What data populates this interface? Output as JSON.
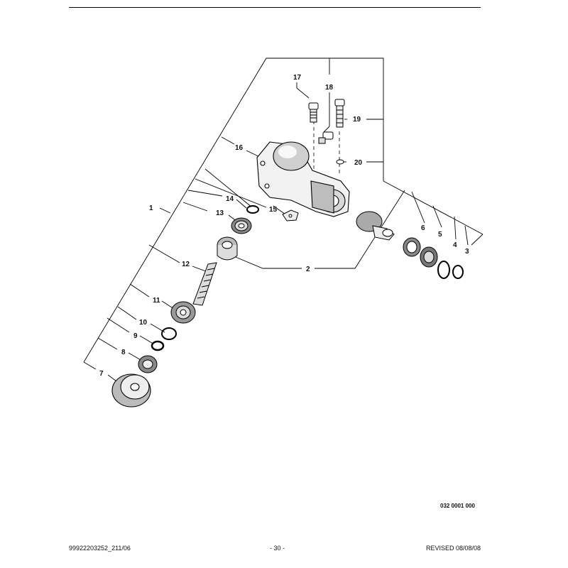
{
  "diagram": {
    "callouts": [
      "17",
      "18",
      "19",
      "16",
      "20",
      "1",
      "14",
      "13",
      "15",
      "6",
      "5",
      "4",
      "3",
      "12",
      "2",
      "11",
      "10",
      "9",
      "8",
      "7"
    ]
  },
  "drawing_number": "032 0001 000",
  "footer": {
    "left": "99922203252_211/06",
    "center": "- 30 -",
    "right": "REVISED 08/08/08"
  }
}
